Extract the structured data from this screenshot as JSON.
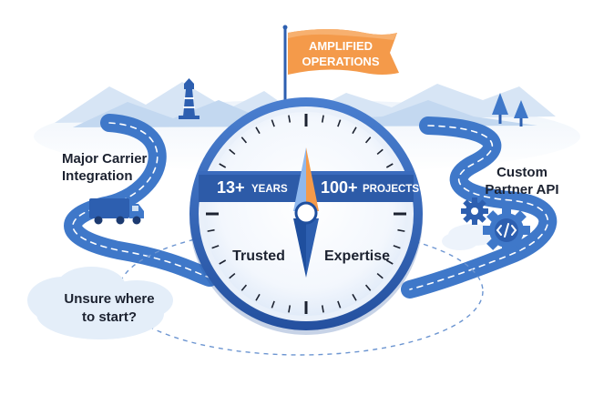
{
  "flag": {
    "line1": "AMPLIFIED",
    "line2": "OPERATIONS"
  },
  "labels": {
    "carrier_line1": "Major Carrier",
    "carrier_line2": "Integration",
    "api_line1": "Custom",
    "api_line2": "Partner API",
    "unsure_line1": "Unsure where",
    "unsure_line2": "to start?"
  },
  "banner": {
    "years_value": "13+",
    "years_unit": "YEARS",
    "projects_value": "100+",
    "projects_unit": "PROJECTS"
  },
  "dial": {
    "left_word": "Trusted",
    "right_word": "Expertise"
  },
  "icons": [
    "flag-icon",
    "truck-icon",
    "gear-icon",
    "code-gear-icon",
    "lighthouse-icon",
    "tree-icon",
    "compass-needle-icon"
  ],
  "colors": {
    "road": "#3f78c9",
    "road_dark": "#2d5fb0",
    "dial_ring": "#2f63b8",
    "banner": "#2d5ba8",
    "flag": "#f49a4a",
    "needle_light": "#8fb8ee",
    "needle_dark": "#1f4f9e",
    "mountain": "#cfe0f3"
  }
}
